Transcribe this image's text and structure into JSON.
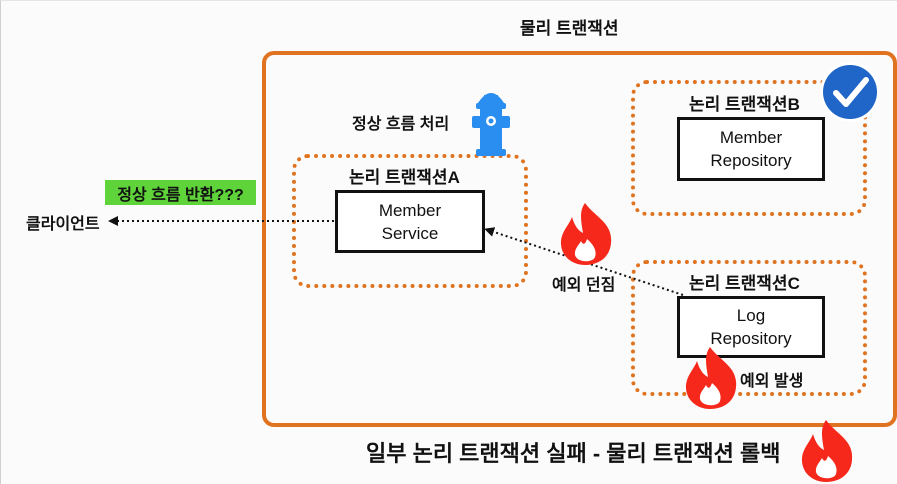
{
  "diagram": {
    "physical_transaction": "물리 트랜잭션",
    "normal_flow_process": "정상 흐름 처리",
    "normal_flow_return": "정상 흐름 반환???",
    "client": "클라이언트",
    "logical_a": {
      "label": "논리 트랜잭션A",
      "box": "Member\nService"
    },
    "logical_b": {
      "label": "논리 트랜잭션B",
      "box": "Member\nRepository"
    },
    "logical_c": {
      "label": "논리 트랜잭션C",
      "box": "Log\nRepository"
    },
    "exception_thrown": "예외 던짐",
    "exception_occurred": "예외 발생",
    "bottom_title": "일부 논리 트랜잭션 실패 - 물리 트랜잭션 롤백",
    "colors": {
      "orange": "#e0731f",
      "green_note": "#5fd33a",
      "hydrant_blue": "#2a8ef0",
      "check_blue": "#1f66c8",
      "fire_red": "#f5281b"
    },
    "icons": [
      "fire-hydrant-icon",
      "check-circle-icon",
      "fire-icon"
    ]
  }
}
